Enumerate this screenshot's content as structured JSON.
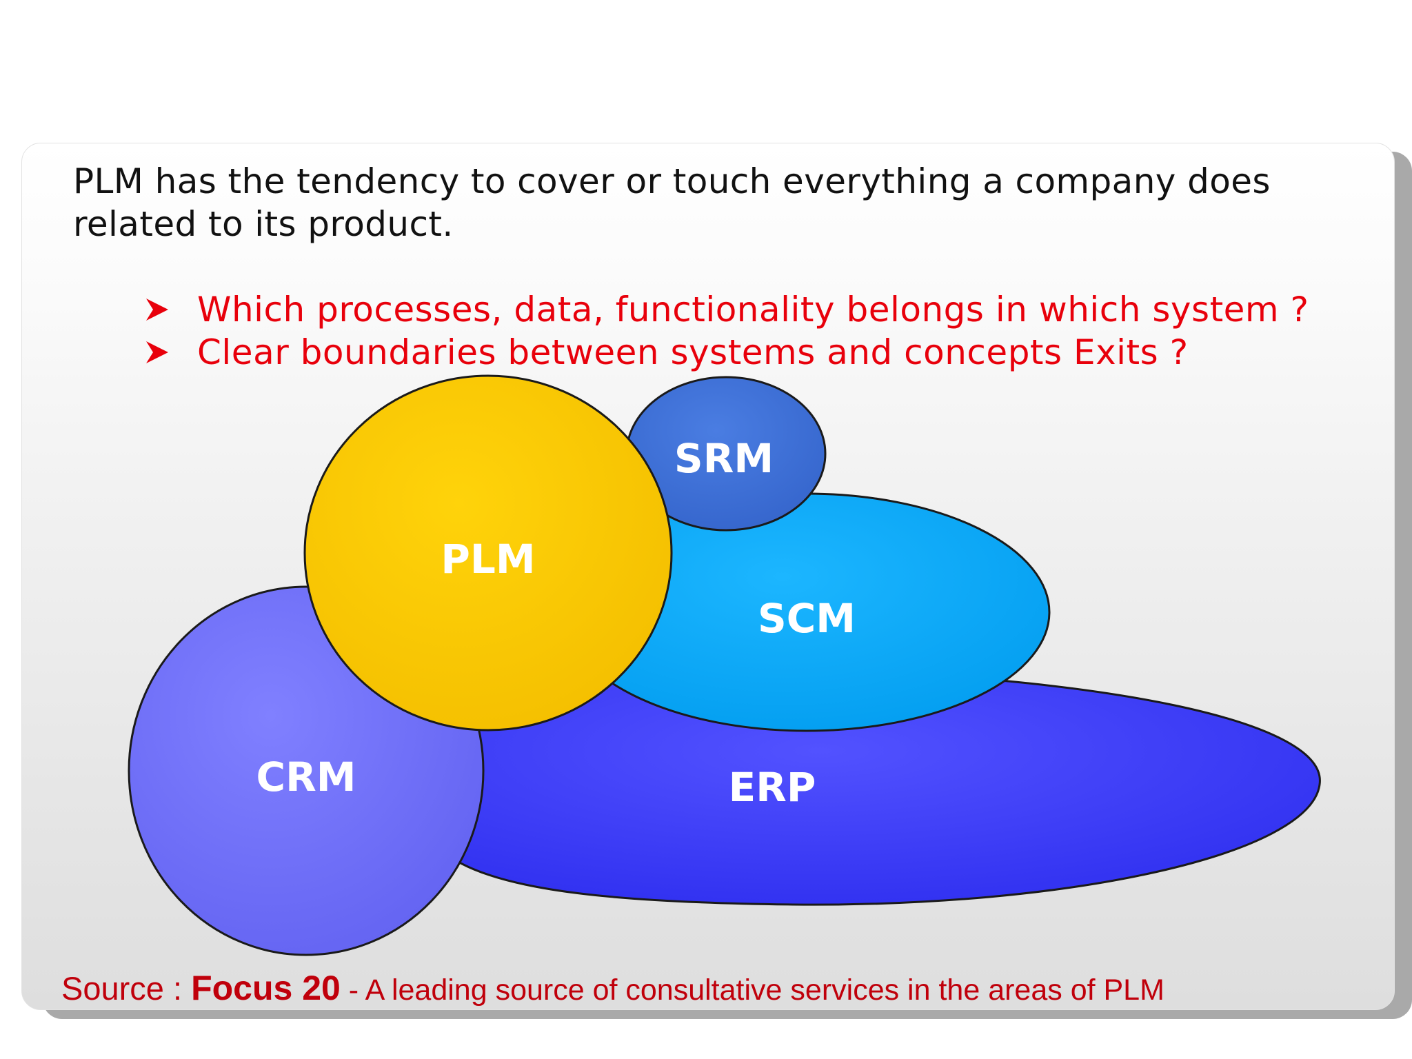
{
  "slide": {
    "intro_text": "PLM has the tendency to cover or touch everything a company does related to its product.",
    "bullets": [
      {
        "text": "Which processes, data, functionality belongs in which system ?",
        "icon": "arrowhead-icon"
      },
      {
        "text": "Clear boundaries between systems and concepts Exits ?",
        "icon": "arrowhead-icon"
      }
    ],
    "source": {
      "prefix": "Source : ",
      "name": "Focus 20",
      "description": " - A leading source of consultative services in the areas of PLM"
    }
  },
  "diagram": {
    "nodes": [
      {
        "id": "erp",
        "label": "ERP",
        "color": "#3f3fff"
      },
      {
        "id": "crm",
        "label": "CRM",
        "color": "#7272ff"
      },
      {
        "id": "scm",
        "label": "SCM",
        "color": "#0aa8ff"
      },
      {
        "id": "srm",
        "label": "SRM",
        "color": "#3d6fd6"
      },
      {
        "id": "plm",
        "label": "PLM",
        "color": "#fcc900"
      }
    ],
    "colors": {
      "outline": "#1a1a1a",
      "label": "#ffffff",
      "bullet_text": "#e8000b",
      "source_text": "#c0000b"
    }
  }
}
